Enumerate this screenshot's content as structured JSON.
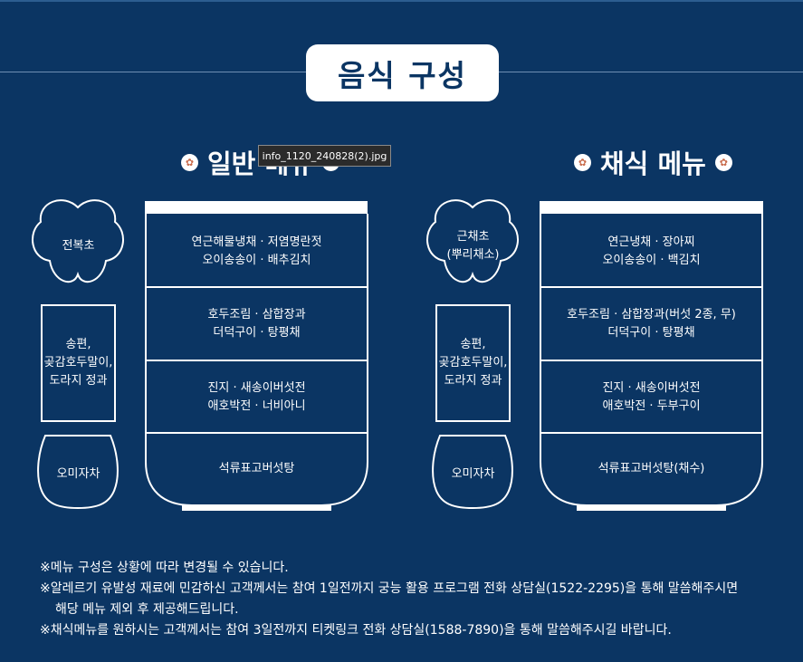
{
  "page": {
    "title": "음식 구성",
    "tooltip": "info_1120_240828(2).jpg"
  },
  "general": {
    "heading": "일반 메뉴",
    "side": {
      "flower": "전복초",
      "box": "송편,\n곶감호두말이,\n도라지 정과",
      "cup": "오미자차"
    },
    "tiers": [
      "연근해물냉채 · 저염명란젓\n오이송송이 · 배추김치",
      "호두조림 · 삼합장과\n더덕구이 · 탕평채",
      "진지 · 새송이버섯전\n애호박전 · 너비아니",
      "석류표고버섯탕"
    ]
  },
  "vegetarian": {
    "heading": "채식 메뉴",
    "side": {
      "flower": "근채초\n(뿌리채소)",
      "box": "송편,\n곶감호두말이,\n도라지 정과",
      "cup": "오미자차"
    },
    "tiers": [
      "연근냉채 · 장아찌\n오이송송이 · 백김치",
      "호두조림 · 삼합장과(버섯 2종, 무)\n더덕구이 · 탕평채",
      "진지 · 새송이버섯전\n애호박전 · 두부구이",
      "석류표고버섯탕(채수)"
    ]
  },
  "notes": [
    "※메뉴 구성은 상황에 따라 변경될 수 있습니다.",
    "※알레르기 유발성 재료에 민감하신 고객께서는 참여 1일전까지 궁능 활용 프로그램 전화 상담실(1522-2295)을 통해 말씀해주시면",
    "해당 메뉴 제외 후 제공해드립니다.",
    "※채식메뉴를 원하시는 고객께서는 참여 3일전까지 티켓링크 전화 상담실(1588-7890)을 통해 말씀해주시길 바랍니다."
  ],
  "icons": {
    "bullet": "flower-bullet-icon"
  },
  "colors": {
    "background": "#0b3563",
    "foreground": "#ffffff",
    "bullet_accent": "#c86a4a"
  }
}
